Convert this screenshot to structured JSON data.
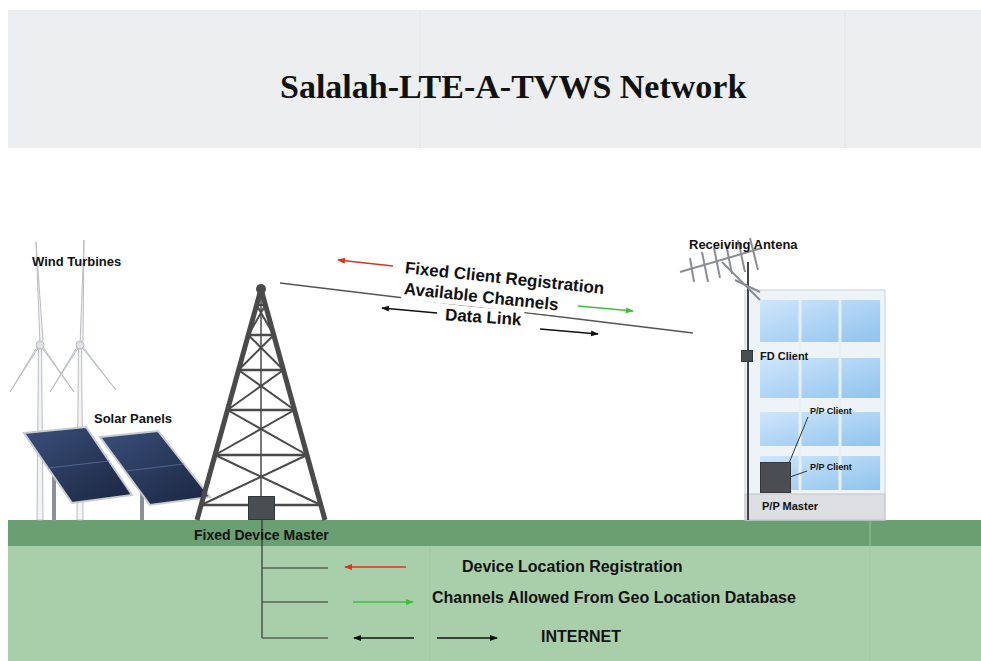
{
  "diagram": {
    "title": "Salalah-LTE-A-TVWS Network",
    "nodes": [
      {
        "text": [
          "Fixed Device Master"
        ]
      },
      {
        "text": [
          "FD Client"
        ]
      },
      {
        "text": [
          "P/P Master"
        ]
      }
    ],
    "labels": [
      "Wind Turbines",
      "Solar Panels",
      "Receiving Antena",
      "P/P Client",
      "P/P Client",
      "Fixed Client Registration",
      "Available Channels",
      "Data Link",
      "Device Location Registration",
      "Channels Allowed From Geo Location Database",
      "INTERNET"
    ]
  }
}
